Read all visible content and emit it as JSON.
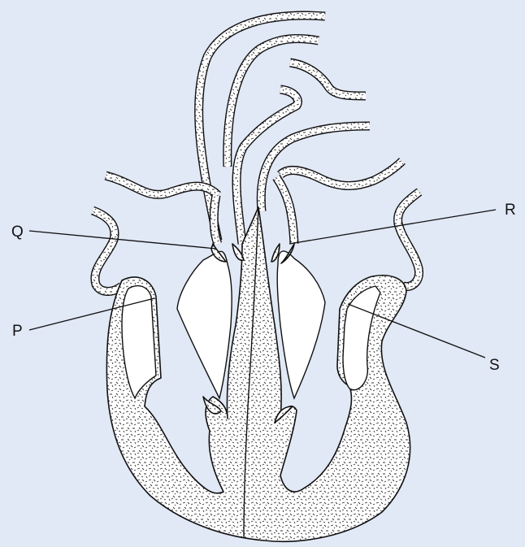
{
  "labels": {
    "p": "P",
    "q": "Q",
    "r": "R",
    "s": "S"
  },
  "colors": {
    "background": "#e1e8f6",
    "outline": "#111111",
    "tissue": "#ffffff"
  }
}
